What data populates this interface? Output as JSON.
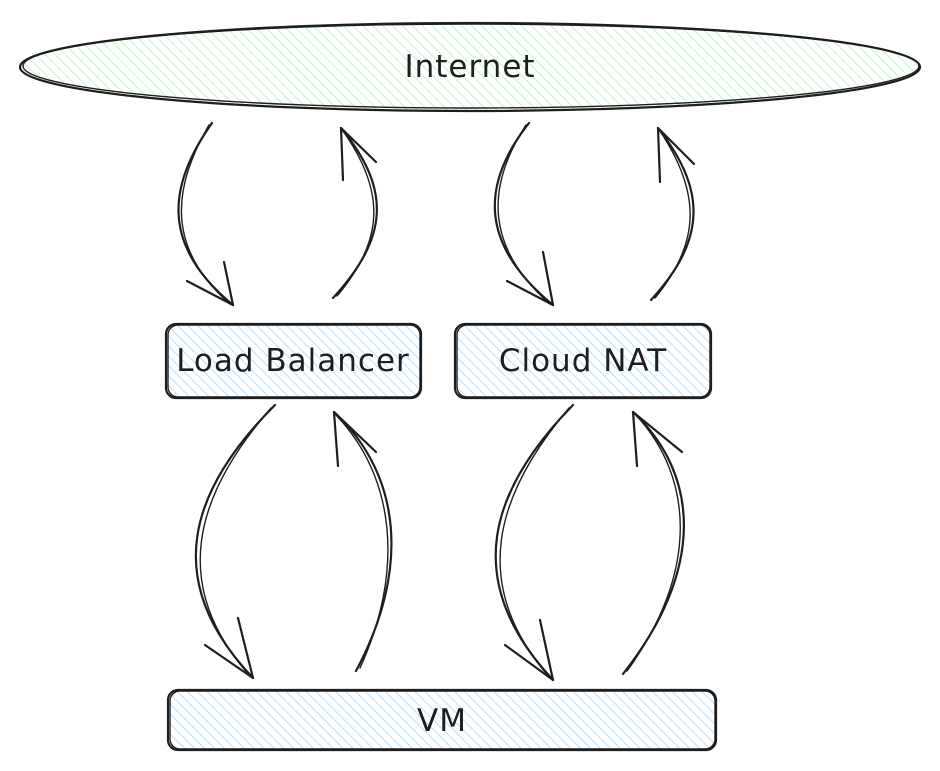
{
  "nodes": {
    "internet": {
      "label": "Internet",
      "fill": "#b2f2bb"
    },
    "load_balancer": {
      "label": "Load Balancer",
      "fill": "#a5d8ff"
    },
    "cloud_nat": {
      "label": "Cloud NAT",
      "fill": "#a5d8ff"
    },
    "vm": {
      "label": "VM",
      "fill": "#a5d8ff"
    }
  },
  "connections": [
    {
      "from": "Internet",
      "to": "Load Balancer"
    },
    {
      "from": "Load Balancer",
      "to": "Internet"
    },
    {
      "from": "Internet",
      "to": "Cloud NAT"
    },
    {
      "from": "Cloud NAT",
      "to": "Internet"
    },
    {
      "from": "Load Balancer",
      "to": "VM"
    },
    {
      "from": "VM",
      "to": "Load Balancer"
    },
    {
      "from": "Cloud NAT",
      "to": "VM"
    },
    {
      "from": "VM",
      "to": "Cloud NAT"
    }
  ],
  "stroke_color": "#1e1e1e"
}
